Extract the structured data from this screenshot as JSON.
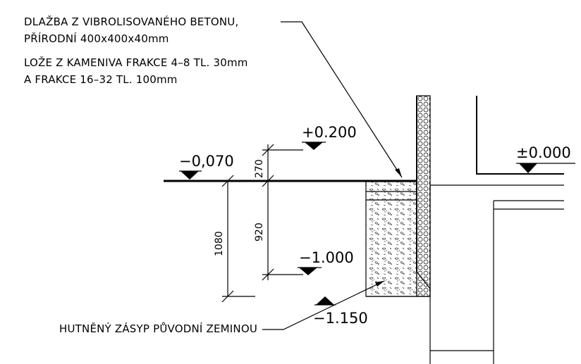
{
  "notes": {
    "paving_line1": "DLAŽBA Z VIBROLISOVANÉHO BETONU,",
    "paving_line2": "PŘÍRODNÍ 400x400x40mm",
    "paving_line3": "LOŽE Z KAMENIVA FRAKCE 4–8 TL. 30mm",
    "paving_line4": "A FRAKCE 16–32 TL. 100mm",
    "backfill": "HUTNĚNÝ ZÁSYP PŮVODNÍ ZEMINOU"
  },
  "levels": {
    "plus_0200": "+0.200",
    "minus_0070": "−0,070",
    "zero": "±0.000",
    "minus_1000": "−1.000",
    "minus_1150": "−1.150"
  },
  "dimensions": {
    "d270": "270",
    "d920": "920",
    "d1080": "1080"
  },
  "colors": {
    "line": "#000000",
    "background": "#ffffff"
  }
}
